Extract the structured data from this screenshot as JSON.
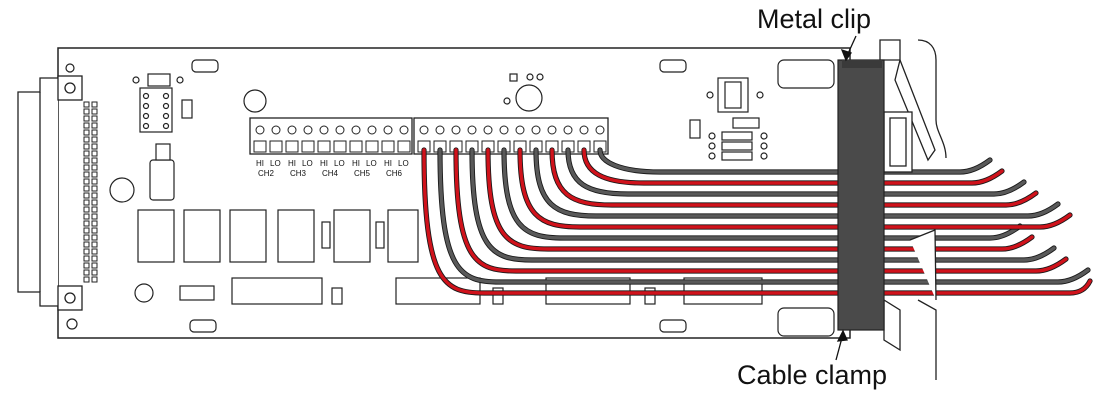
{
  "callouts": {
    "metal_clip": "Metal clip",
    "cable_clamp": "Cable clamp"
  },
  "terminal_labels": {
    "hi": "HI",
    "lo": "LO",
    "channels": [
      "CH2",
      "CH3",
      "CH4",
      "CH5",
      "CH6"
    ]
  },
  "colors": {
    "wire_red": "#d0121b",
    "wire_gray": "#595959",
    "clamp": "#4a4a4a",
    "board_outline": "#222222"
  }
}
